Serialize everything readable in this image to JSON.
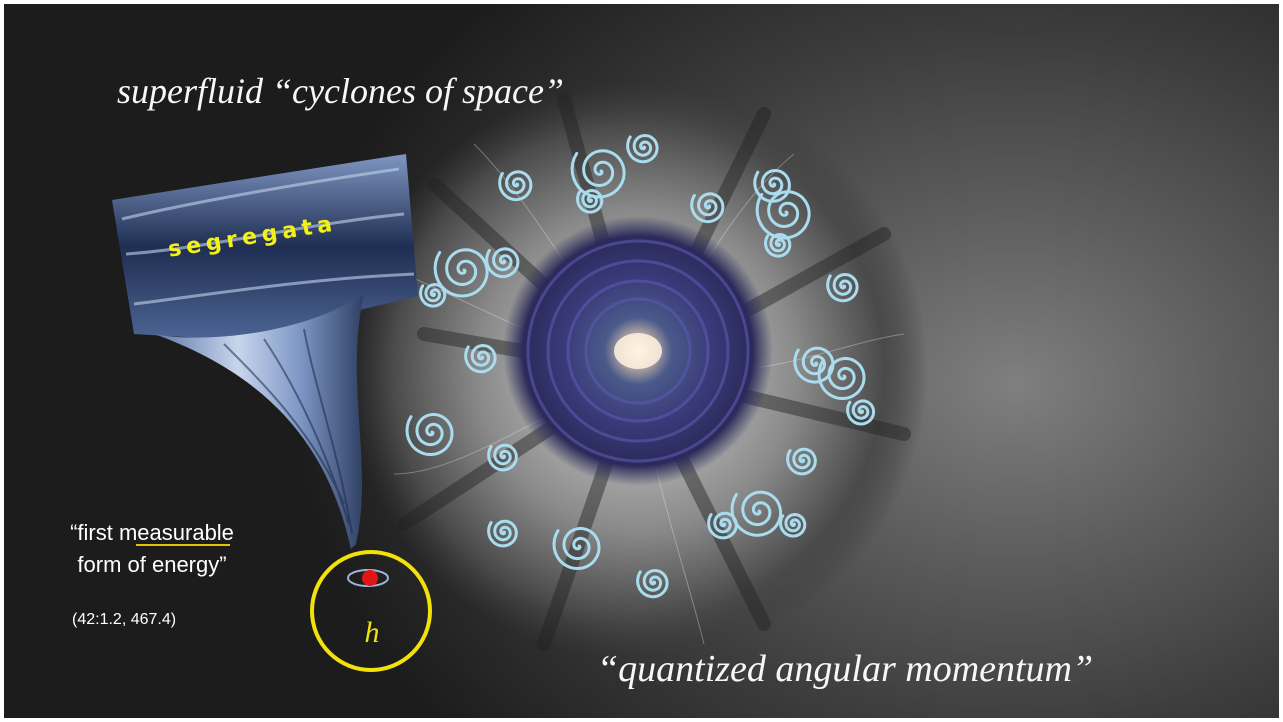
{
  "slide": {
    "title_top": "superfluid “cyclones of space”",
    "title_bottom": "“quantized angular momentum”",
    "segregata_label": "segregata",
    "quote_line1": "“first ",
    "quote_emphasis": "measurable",
    "quote_line2": "form of energy”",
    "citation": "(42:1.2, 467.4)",
    "planck_symbol": "h"
  },
  "colors": {
    "spiral": "#a9dcee",
    "ring": "#f2e20a",
    "dot": "#e21414",
    "underline": "#e6c200",
    "vortex_core": "#3c3a78"
  }
}
